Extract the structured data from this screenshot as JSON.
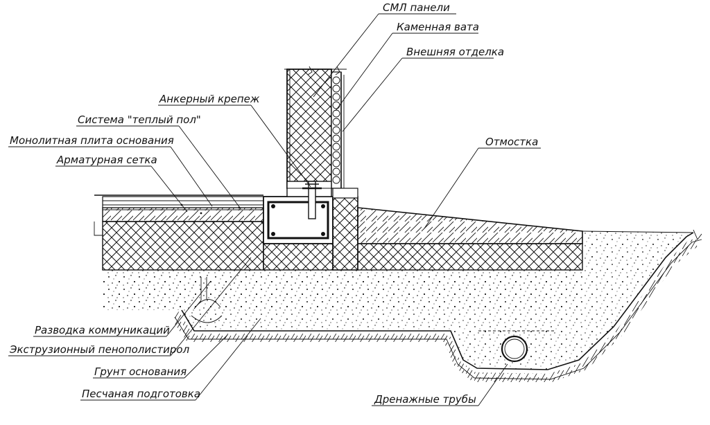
{
  "labels": {
    "sml_panels": "СМЛ панели",
    "stone_wool": "Каменная вата",
    "exterior_finish": "Внешняя отделка",
    "anchor_fastening": "Анкерный крепеж",
    "warm_floor": "Система \"теплый пол\"",
    "monolithic_slab": "Монолитная плита основания",
    "rebar_mesh": "Арматурная сетка",
    "blind_area": "Отмостка",
    "utilities": "Разводка коммуникаций",
    "xps": "Экструзионный пенополистирол",
    "base_soil": "Грунт основания",
    "sand_bed": "Песчаная подготовка",
    "drain_pipes": "Дренажные трубы"
  },
  "colors": {
    "ink": "#111111",
    "paper": "#ffffff"
  }
}
